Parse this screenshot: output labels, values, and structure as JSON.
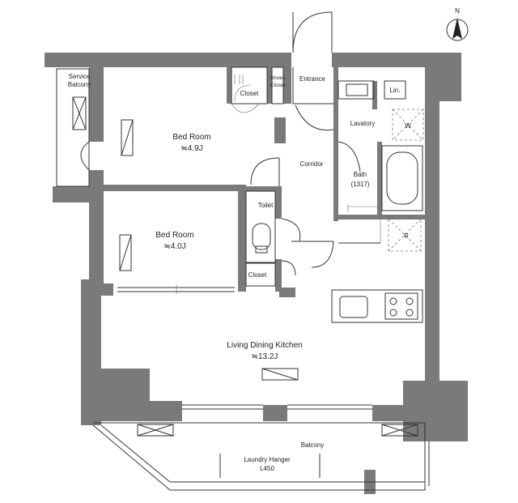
{
  "compass": {
    "label": "N"
  },
  "rooms": {
    "service_balcony": {
      "line1": "Service",
      "line2": "Balcony"
    },
    "bed_room_1": {
      "name": "Bed Room",
      "size": "≒4.9J"
    },
    "closet_1": {
      "name": "Closet"
    },
    "shoes_closet": {
      "line1": "Shoes",
      "line2": "Closet"
    },
    "entrance": {
      "name": "Entrance"
    },
    "linen": {
      "name": "Lin."
    },
    "lavatory": {
      "name": "Lavatory"
    },
    "washer": {
      "name": "W"
    },
    "corridor": {
      "name": "Corridor"
    },
    "bath": {
      "name": "Bath",
      "size": "(1317)"
    },
    "toilet": {
      "name": "Toilet"
    },
    "bed_room_2": {
      "name": "Bed Room",
      "size": "≒4.0J"
    },
    "closet_2": {
      "name": "Closet"
    },
    "refrigerator": {
      "name": "R"
    },
    "ldk": {
      "name": "Living Dining Kitchen",
      "size": "≒13.2J"
    },
    "balcony": {
      "name": "Balcony"
    },
    "laundry_hanger": {
      "line1": "Laundry Hanger",
      "line2": "L450"
    }
  }
}
